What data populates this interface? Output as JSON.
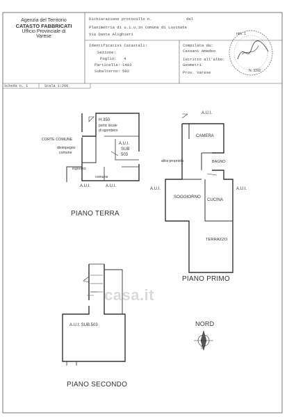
{
  "header": {
    "agency": {
      "line1": "Agenzia del Territorio",
      "line2": "CATASTO FABBRICATI",
      "line3": "Ufficio Provinciale di",
      "line4": "Varese"
    },
    "protocol_label": "Dichiarazione protocollo n.",
    "protocol_del": "del",
    "planimetria": "Planimetria di u.i.u.in Comune di Luvinate",
    "address": "Via Dante Alighieri",
    "id_title": "Identificativi Catastali:",
    "sezione_label": "Sezione:",
    "foglio_label": "Foglio:",
    "foglio_value": "4",
    "particella_label": "Particella:",
    "particella_value": "1483",
    "subalterno_label": "Subalterno:",
    "subalterno_value": "502",
    "compilata_label": "Compilata da:",
    "compilata_value": "Cassani Amedeo",
    "iscritto_label": "Iscritto all'albo:",
    "iscritto_value": "Geometri",
    "prov_label": "Prov. Varese",
    "stamp_small": "ntm. 1",
    "stamp_num": "N. 3392",
    "scheda_label": "Scheda n. 1",
    "scala_label": "Scala 1:200"
  },
  "floors": {
    "piano_terra": {
      "title": "PIANO TERRA",
      "labels": {
        "h350": "H 350",
        "portico": "portic locale",
        "sgombero": "di sgombero",
        "corte": "CORTE COMUNE",
        "disimpegno": "disimpegno",
        "comune": "comune",
        "aui_sub": "A.U.I.",
        "sub": "SUB",
        "sub_num": "503",
        "ingresso": "ingresso",
        "comune2": "comune",
        "aui_left": "A.U.I.",
        "aui_right": "A.U.I."
      }
    },
    "piano_primo": {
      "title": "PIANO PRIMO",
      "labels": {
        "aui_top": "A.U.I.",
        "camera": "CAMERA",
        "bagno": "BAGNO",
        "altra": "altra proprietà",
        "aui_left": "A.U.I.",
        "aui_right": "A.U.I.",
        "soggiorno": "SOGGIORNO",
        "cucina": "CUCINA",
        "terrazzo": "TERRAZZO"
      }
    },
    "piano_secondo": {
      "title": "PIANO SECONDO",
      "labels": {
        "aui_sub": "A.U.I. SUB.503"
      }
    }
  },
  "north": {
    "label": "NORD",
    "letter": "S"
  },
  "watermark": "casa.it"
}
